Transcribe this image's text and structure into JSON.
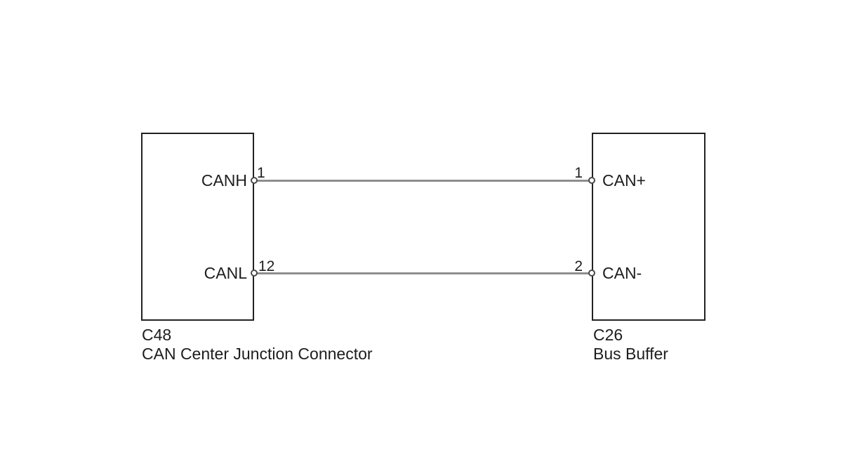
{
  "diagram": {
    "type": "wiring-connection-diagram",
    "connectors": [
      {
        "id": "C48",
        "name": "CAN Center Junction Connector",
        "pins": [
          {
            "number": "1",
            "label": "CANH"
          },
          {
            "number": "12",
            "label": "CANL"
          }
        ]
      },
      {
        "id": "C26",
        "name": "Bus Buffer",
        "pins": [
          {
            "number": "1",
            "label": "CAN+"
          },
          {
            "number": "2",
            "label": "CAN-"
          }
        ]
      }
    ],
    "wires": [
      {
        "from": "C48 pin 1 (CANH)",
        "to": "C26 pin 1 (CAN+)"
      },
      {
        "from": "C48 pin 12 (CANL)",
        "to": "C26 pin 2 (CAN-)"
      }
    ],
    "colors": {
      "background": "#ffffff",
      "box_border": "#222222",
      "wire": "#8e8e8e",
      "text": "#1d1d1d",
      "pin_fill": "#ffffff",
      "pin_stroke": "#4a4a4a"
    }
  }
}
